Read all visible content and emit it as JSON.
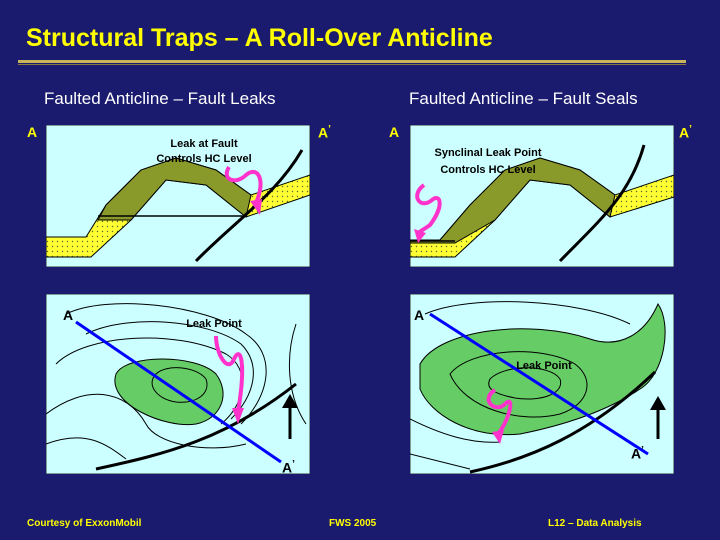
{
  "title": "Structural Traps – A Roll-Over Anticline",
  "left": {
    "heading": "Faulted Anticline – Fault Leaks",
    "section_a": "A",
    "section_a_prime": "A",
    "prime": "’",
    "section_note_line1": "Leak at Fault",
    "section_note_line2": "Controls HC Level",
    "map_a": "A",
    "map_a_prime": "A",
    "map_note": "Leak Point"
  },
  "right": {
    "heading": "Faulted Anticline – Fault Seals",
    "section_a": "A",
    "section_a_prime": "A",
    "prime": "’",
    "section_note_line1": "Synclinal Leak Point",
    "section_note_line2": "Controls HC Level",
    "map_a": "A",
    "map_a_prime": "A",
    "map_note": "Leak Point"
  },
  "footer": {
    "left": "Courtesy of ExxonMobil",
    "center": "FWS 2005",
    "right": "L12 – Data Analysis"
  },
  "colors": {
    "background": "#1a1a6e",
    "title": "#ffff00",
    "panel": "#ccffff",
    "reservoir": "#ffff33",
    "hydrocarbon": "#8a9a2a",
    "map_green": "#66cc66",
    "leak_arrow": "#ff33cc",
    "section_line": "#0000ff"
  }
}
